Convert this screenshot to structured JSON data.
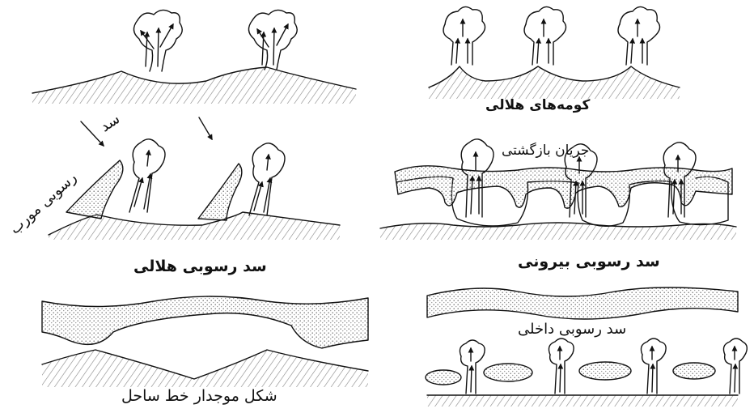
{
  "figure": {
    "labels": {
      "cusps": "کومه‌های هلالی",
      "return_current": "جریان بازگشتی",
      "oblique_bar_line1": "سد",
      "oblique_bar_line2": "رسوبی مورب",
      "crescentic_bar": "سد رسوبی هلالی",
      "outer_bar": "سد رسوبی بیرونی",
      "inner_bar": "سد رسوبی داخلی",
      "wavy_shoreline": "شکل موجدار خط ساحل"
    },
    "colors": {
      "ink": "#111111",
      "stipple": "#8a8a8a",
      "background": "#ffffff"
    }
  }
}
